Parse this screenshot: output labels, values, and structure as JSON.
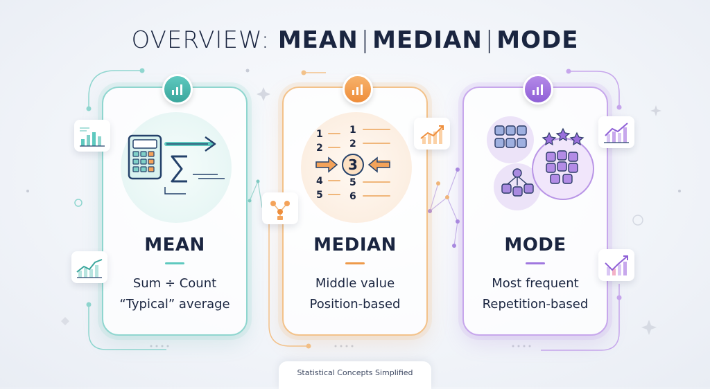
{
  "title": {
    "prefix": "OVERVIEW: ",
    "terms": [
      "MEAN",
      "MEDIAN",
      "MODE"
    ],
    "separator": "|"
  },
  "cards": [
    {
      "name": "MEAN",
      "line1": "Sum ÷ Count",
      "line2": "“Typical” average",
      "accent": "#5ec9bf",
      "icon": "calculator-sigma-icon"
    },
    {
      "name": "MEDIAN",
      "line1": "Middle value",
      "line2": "Position-based",
      "accent": "#ee9a4a",
      "icon": "sorted-numbers-icon"
    },
    {
      "name": "MODE",
      "line1": "Most frequent",
      "line2": "Repetition-based",
      "accent": "#a077df",
      "icon": "repeated-blocks-icon"
    }
  ],
  "median_numbers": {
    "left": [
      "1",
      "2",
      "4",
      "5"
    ],
    "right": [
      "1",
      "2",
      "5",
      "6"
    ],
    "center": "3"
  },
  "footer": "Statistical Concepts Simplified"
}
